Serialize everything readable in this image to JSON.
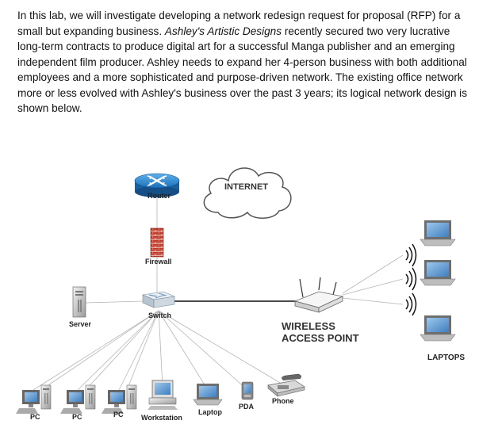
{
  "intro": {
    "part1": "In this lab, we will investigate developing a network redesign request for proposal (RFP) for a small but expanding business. ",
    "company": "Ashley's Artistic Designs",
    "part2": " recently secured two very lucrative long-term contracts to produce digital art for a successful Manga publisher and an emerging independent film producer.  Ashley needs to expand her 4-person business with both additional employees and a more sophisticated and purpose-driven network.  The existing office network more or less evolved with Ashley's business over the past 3 years; its logical network design is shown below."
  },
  "diagram": {
    "router": "Router",
    "internet": "INTERNET",
    "firewall": "Firewall",
    "switch": "Switch",
    "server": "Server",
    "wap_line1": "WIRELESS",
    "wap_line2": "ACCESS POINT",
    "laptops": "LAPTOPS",
    "pc1": "PC",
    "pc2": "PC",
    "pc3": "PC",
    "workstation": "Workstation",
    "laptop": "Laptop",
    "pda": "PDA",
    "phone": "Phone"
  }
}
